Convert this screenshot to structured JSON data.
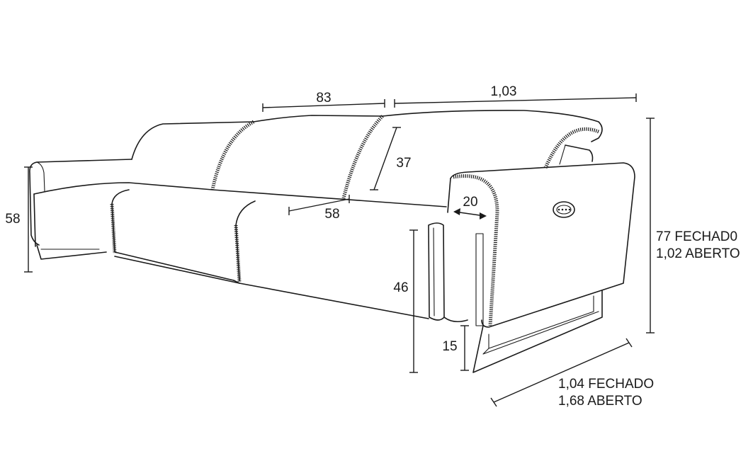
{
  "dimensions": {
    "seat_width": "83",
    "chaise_width": "1,03",
    "backrest_height": "37",
    "seat_depth": "58",
    "armrest_width": "20",
    "arm_height": "58",
    "seat_height": "46",
    "leg_height": "15",
    "height_closed": "77 FECHAD0",
    "height_open": "1,02 ABERTO",
    "depth_closed": "1,04 FECHADO",
    "depth_open": "1,68 ABERTO"
  },
  "colors": {
    "ink": "#1a1a1a",
    "background": "#ffffff"
  },
  "icons": {
    "recline_control": "recline-button-icon"
  }
}
